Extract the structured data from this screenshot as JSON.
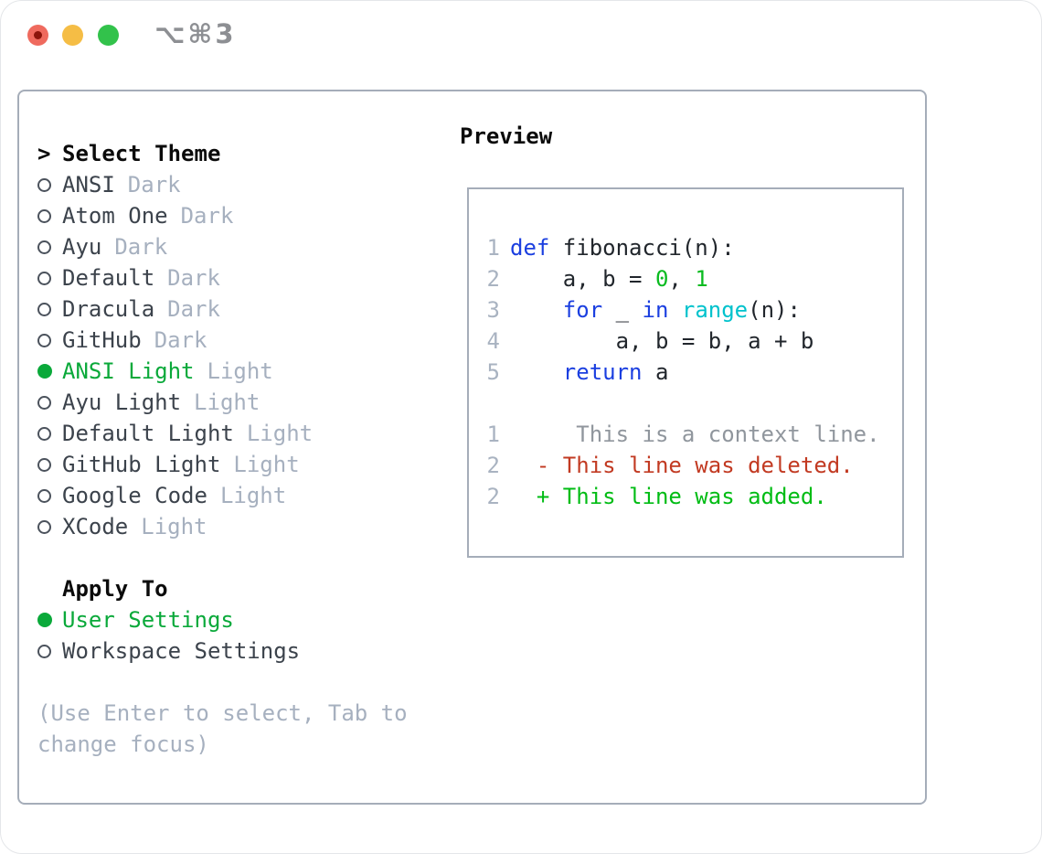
{
  "window": {
    "title": "⌥⌘3",
    "traffic_lights": {
      "close_color": "#ef6a5e",
      "close_dot_color": "#8c150b",
      "minimize_color": "#f5bd45",
      "zoom_color": "#32c24b"
    }
  },
  "theme_panel": {
    "header": {
      "marker": ">",
      "label": "Select Theme"
    },
    "items": [
      {
        "name": "ANSI",
        "variant": "Dark",
        "selected": false
      },
      {
        "name": "Atom One",
        "variant": "Dark",
        "selected": false
      },
      {
        "name": "Ayu",
        "variant": "Dark",
        "selected": false
      },
      {
        "name": "Default",
        "variant": "Dark",
        "selected": false
      },
      {
        "name": "Dracula",
        "variant": "Dark",
        "selected": false
      },
      {
        "name": "GitHub",
        "variant": "Dark",
        "selected": false
      },
      {
        "name": "ANSI Light",
        "variant": "Light",
        "selected": true
      },
      {
        "name": "Ayu Light",
        "variant": "Light",
        "selected": false
      },
      {
        "name": "Default Light",
        "variant": "Light",
        "selected": false
      },
      {
        "name": "GitHub Light",
        "variant": "Light",
        "selected": false
      },
      {
        "name": "Google Code",
        "variant": "Light",
        "selected": false
      },
      {
        "name": "XCode",
        "variant": "Light",
        "selected": false
      }
    ],
    "apply_to": {
      "header": "Apply To",
      "options": [
        {
          "name": "User Settings",
          "selected": true
        },
        {
          "name": "Workspace Settings",
          "selected": false
        }
      ]
    },
    "help_text": "(Use Enter to select, Tab to change focus)"
  },
  "preview": {
    "header": "Preview",
    "code_lines": [
      {
        "num": "1",
        "tokens": [
          {
            "t": "def",
            "c": "kw"
          },
          {
            "t": " fibonacci(n):",
            "c": "fg"
          }
        ]
      },
      {
        "num": "2",
        "tokens": [
          {
            "t": "    a, b = ",
            "c": "fg"
          },
          {
            "t": "0",
            "c": "num"
          },
          {
            "t": ", ",
            "c": "fg"
          },
          {
            "t": "1",
            "c": "num"
          }
        ]
      },
      {
        "num": "3",
        "tokens": [
          {
            "t": "    ",
            "c": "fg"
          },
          {
            "t": "for",
            "c": "kw"
          },
          {
            "t": " _ ",
            "c": "fg"
          },
          {
            "t": "in",
            "c": "kw"
          },
          {
            "t": " ",
            "c": "fg"
          },
          {
            "t": "range",
            "c": "fn"
          },
          {
            "t": "(n):",
            "c": "fg"
          }
        ]
      },
      {
        "num": "4",
        "tokens": [
          {
            "t": "        a, b = b, a + b",
            "c": "fg"
          }
        ]
      },
      {
        "num": "5",
        "tokens": [
          {
            "t": "    ",
            "c": "fg"
          },
          {
            "t": "return",
            "c": "kw"
          },
          {
            "t": " a",
            "c": "fg"
          }
        ]
      }
    ],
    "diff_lines": [
      {
        "num": "1",
        "text": "     This is a context line.",
        "c": "ctx"
      },
      {
        "num": "2",
        "text": "  - This line was deleted.",
        "c": "del"
      },
      {
        "num": "2",
        "text": "  + This line was added.",
        "c": "add"
      }
    ]
  },
  "colors": {
    "selection_green": "#0aa93a",
    "keyword_blue": "#1b3fe0",
    "builtin_cyan": "#00c2cc",
    "number_green": "#0abb20",
    "diff_red": "#c23a22",
    "diff_green": "#00bc14",
    "context_gray": "#90969d",
    "muted_gray": "#a6b0bf",
    "panel_border": "#a5adb9",
    "text_dark": "#3c434c"
  }
}
